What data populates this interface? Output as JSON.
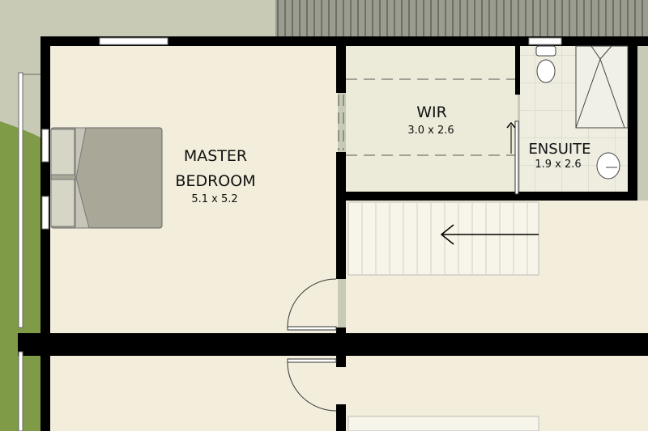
{
  "rooms": {
    "master": {
      "name_line1": "MASTER",
      "name_line2": "BEDROOM",
      "size": "5.1 x 5.2"
    },
    "wir": {
      "name": "WIR",
      "size": "3.0 x 2.6"
    },
    "ensuite": {
      "name": "ENSUITE",
      "size": "1.9 x 2.6"
    }
  },
  "colors": {
    "floor": "#f2eedb",
    "wall": "#000000",
    "tile": "#eeede0",
    "grass": "#7f9b48",
    "exterior": "#c8cab6",
    "roof": "#8c8e82",
    "bed": "#a9a797"
  },
  "stairs": {
    "direction": "left"
  }
}
